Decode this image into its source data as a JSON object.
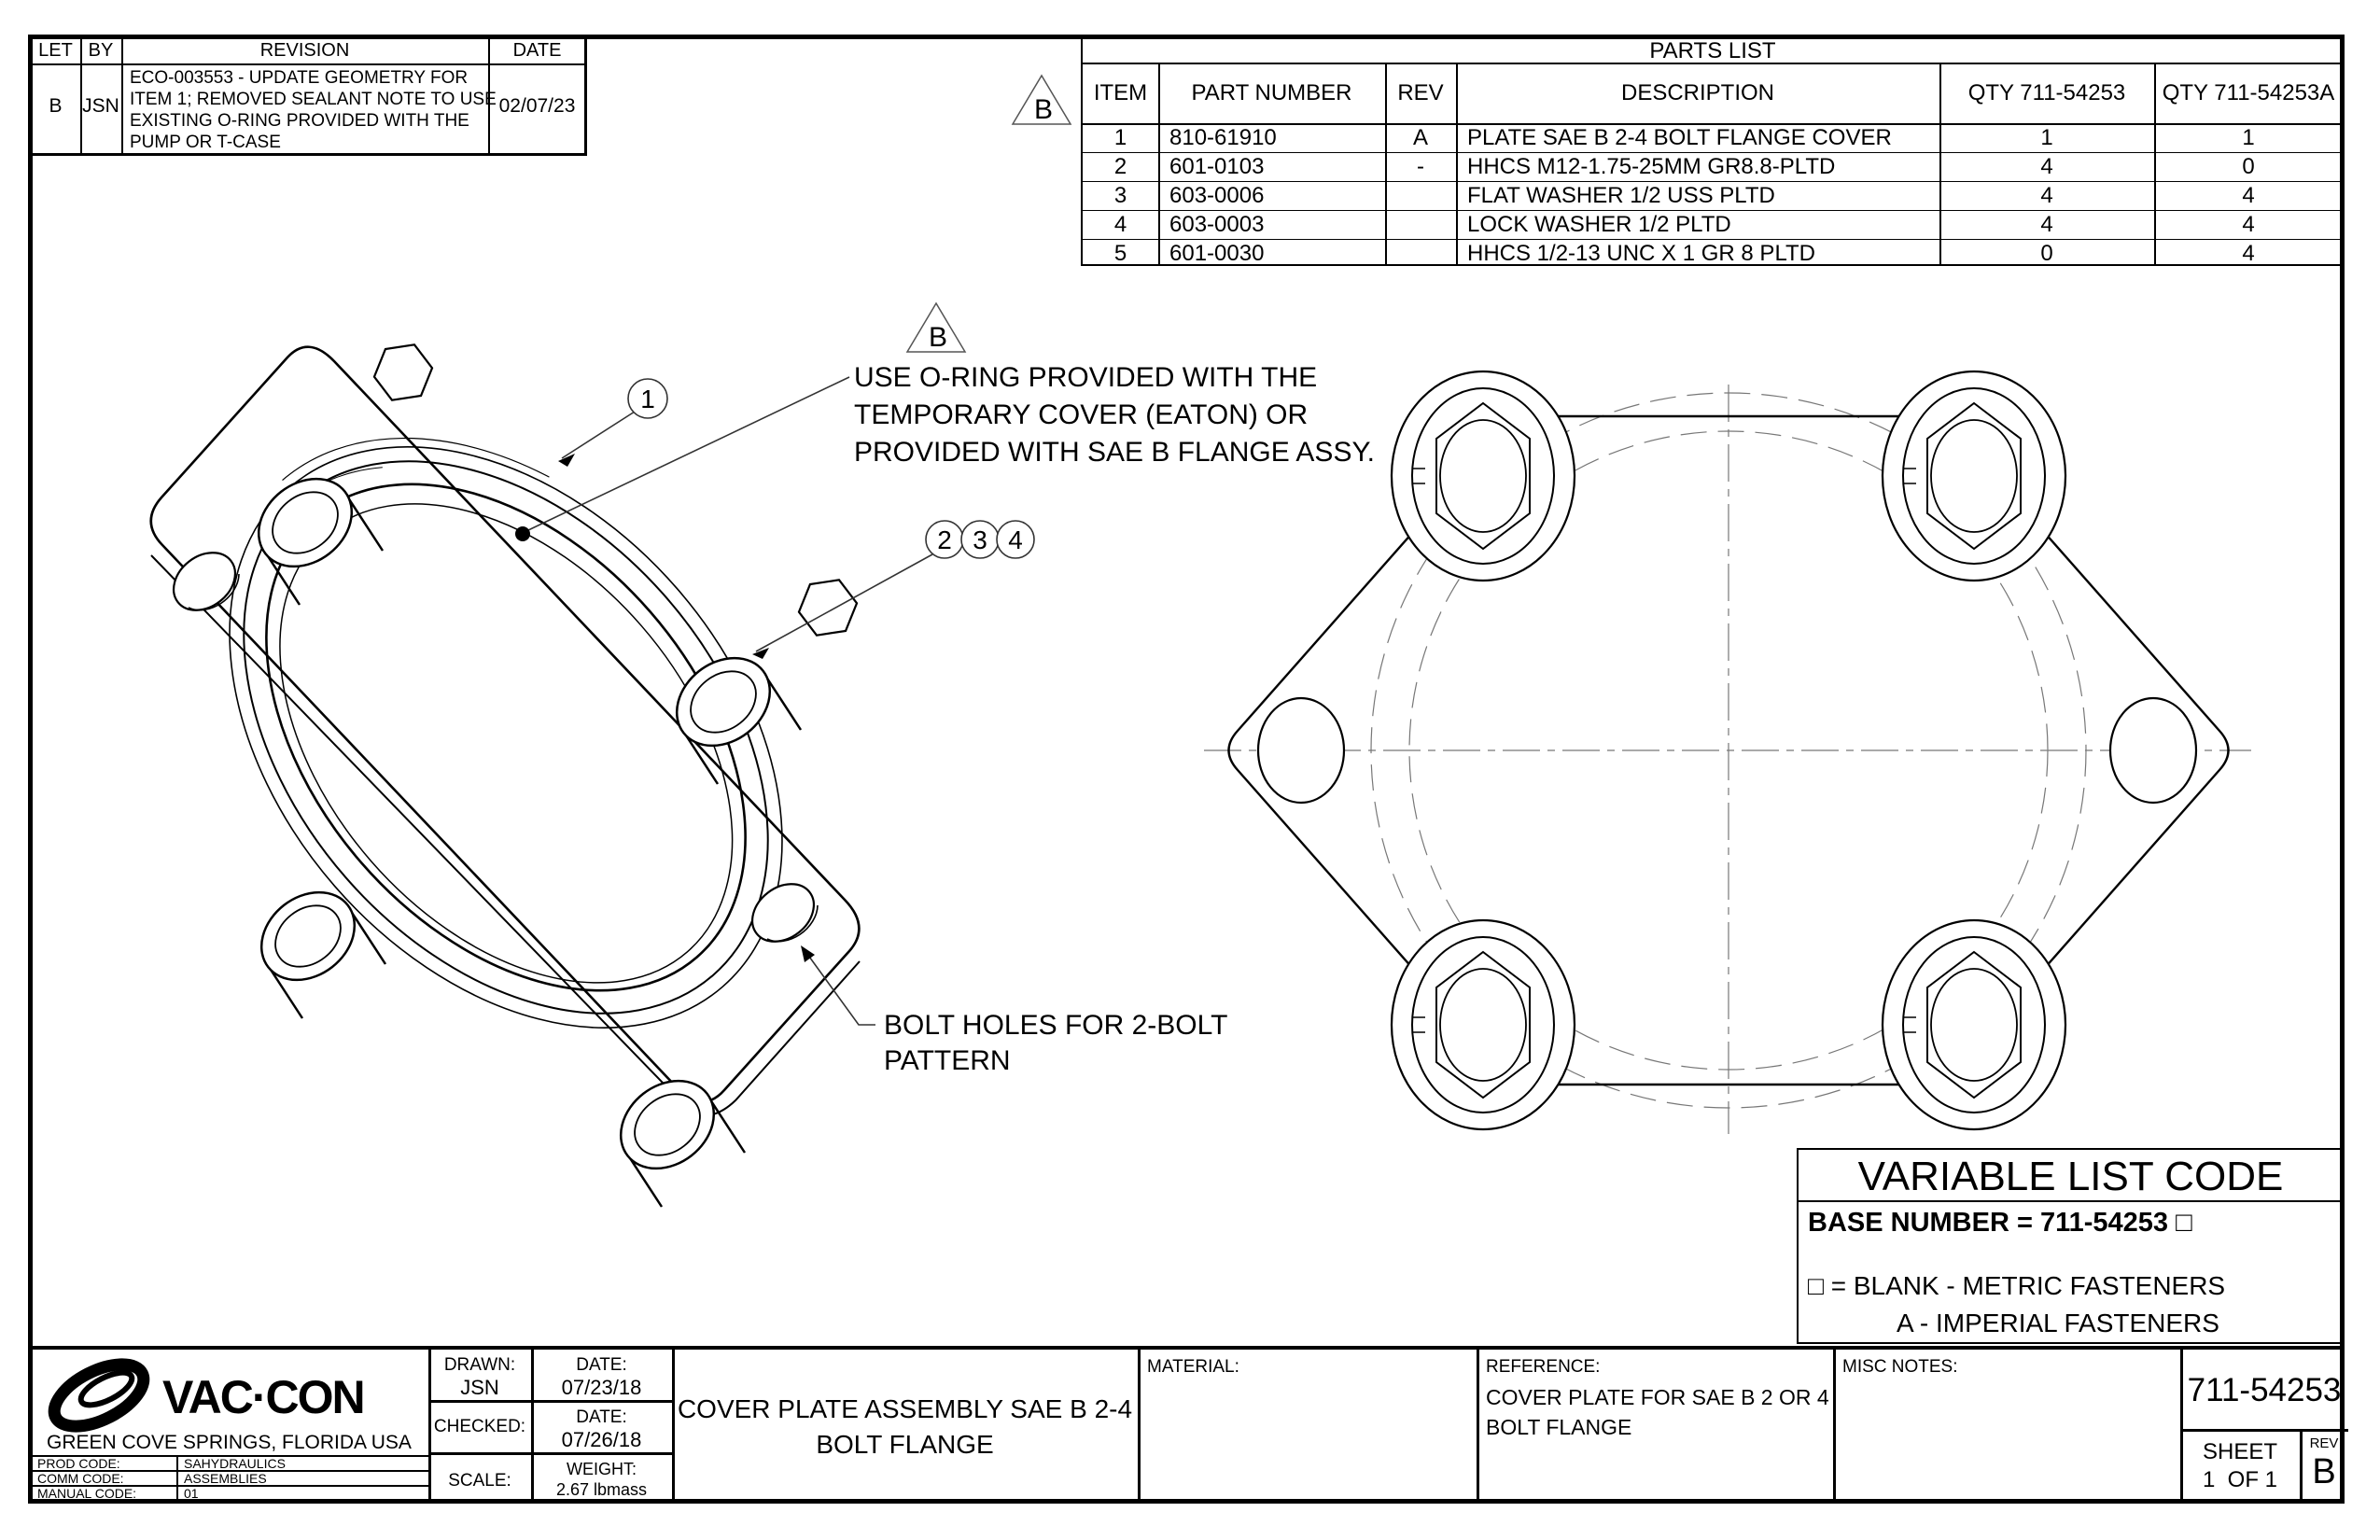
{
  "revision_block": {
    "headers": {
      "let": "LET",
      "by": "BY",
      "revision": "REVISION",
      "date": "DATE"
    },
    "row": {
      "let": "B",
      "by": "JSN",
      "lines": [
        "ECO-003553 - UPDATE GEOMETRY FOR",
        "ITEM 1; REMOVED SEALANT NOTE TO USE",
        "EXISTING O-RING PROVIDED WITH THE",
        "PUMP OR T-CASE"
      ],
      "date": "02/07/23"
    }
  },
  "parts_list": {
    "title": "PARTS LIST",
    "headers": [
      "ITEM",
      "PART NUMBER",
      "REV",
      "DESCRIPTION",
      "QTY 711-54253",
      "QTY 711-54253A"
    ],
    "rows": [
      [
        "1",
        "810-61910",
        "A",
        "PLATE SAE B 2-4 BOLT FLANGE COVER",
        "1",
        "1"
      ],
      [
        "2",
        "601-0103",
        "-",
        "HHCS M12-1.75-25MM GR8.8-PLTD",
        "4",
        "0"
      ],
      [
        "3",
        "603-0006",
        "",
        "FLAT WASHER 1/2 USS PLTD",
        "4",
        "4"
      ],
      [
        "4",
        "603-0003",
        "",
        "LOCK WASHER 1/2 PLTD",
        "4",
        "4"
      ],
      [
        "5",
        "601-0030",
        "",
        "HHCS 1/2-13 UNC X 1 GR 8 PLTD",
        "0",
        "4"
      ]
    ]
  },
  "flags": {
    "label": "B"
  },
  "annotations": {
    "oring_note": [
      "USE O-RING PROVIDED WITH THE",
      "TEMPORARY COVER (EATON) OR",
      "PROVIDED WITH SAE B FLANGE ASSY."
    ],
    "bolt_holes_note": [
      "BOLT HOLES FOR 2-BOLT",
      "PATTERN"
    ],
    "balloons": [
      "1",
      "2",
      "3",
      "4"
    ]
  },
  "variable_list": {
    "title": "VARIABLE LIST CODE",
    "base_number": "BASE NUMBER = 711-54253 □",
    "option1": "□   =   BLANK - METRIC FASTENERS",
    "option2": "A  -  IMPERIAL FASTENERS"
  },
  "title_block": {
    "company": "VAC·CON",
    "location": "GREEN COVE SPRINGS, FLORIDA USA",
    "prod_code_label": "PROD CODE:",
    "prod_code": "SAHYDRAULICS",
    "comm_code_label": "COMM CODE:",
    "comm_code": "ASSEMBLIES",
    "manual_code_label": "MANUAL CODE:",
    "manual_code": "01",
    "drawn_label": "DRAWN:",
    "drawn": "JSN",
    "date1_label": "DATE:",
    "date1": "07/23/18",
    "checked_label": "CHECKED:",
    "date2_label": "DATE:",
    "date2": "07/26/18",
    "scale_label": "SCALE:",
    "weight_label": "WEIGHT:",
    "weight": "2.67 lbmass",
    "title_line1": "COVER PLATE ASSEMBLY SAE B 2-4",
    "title_line2": "BOLT FLANGE",
    "material_label": "MATERIAL:",
    "reference_label": "REFERENCE:",
    "reference_line1": "COVER PLATE FOR SAE B 2 OR 4",
    "reference_line2": "BOLT FLANGE",
    "misc_label": "MISC NOTES:",
    "part_number": "711-54253",
    "sheet_label": "SHEET",
    "sheet_value": "1  OF 1",
    "rev_label": "REV",
    "rev_value": "B"
  },
  "colors": {
    "line": "#000000",
    "thin_line": "#666666",
    "background": "#ffffff"
  }
}
